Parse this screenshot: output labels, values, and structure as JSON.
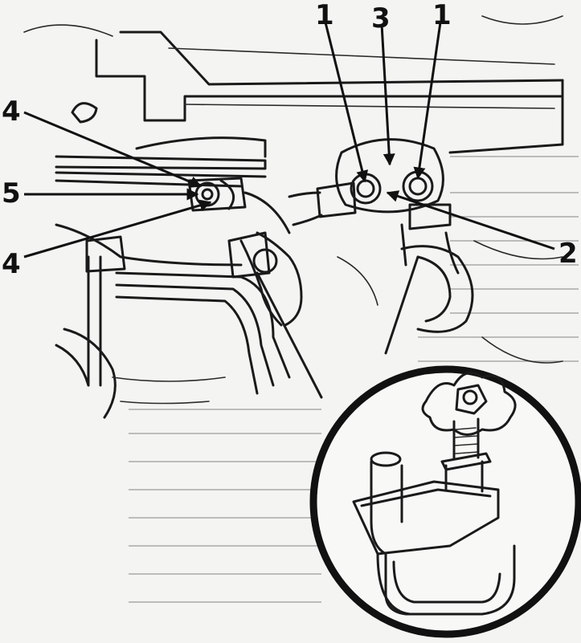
{
  "callouts": {
    "c1a": "1",
    "c3": "3",
    "c1b": "1",
    "c4a": "4",
    "c5": "5",
    "c4b": "4",
    "c2": "2"
  },
  "colors": {
    "ink": "#1a1a1a",
    "paper": "#f4f4f2"
  }
}
